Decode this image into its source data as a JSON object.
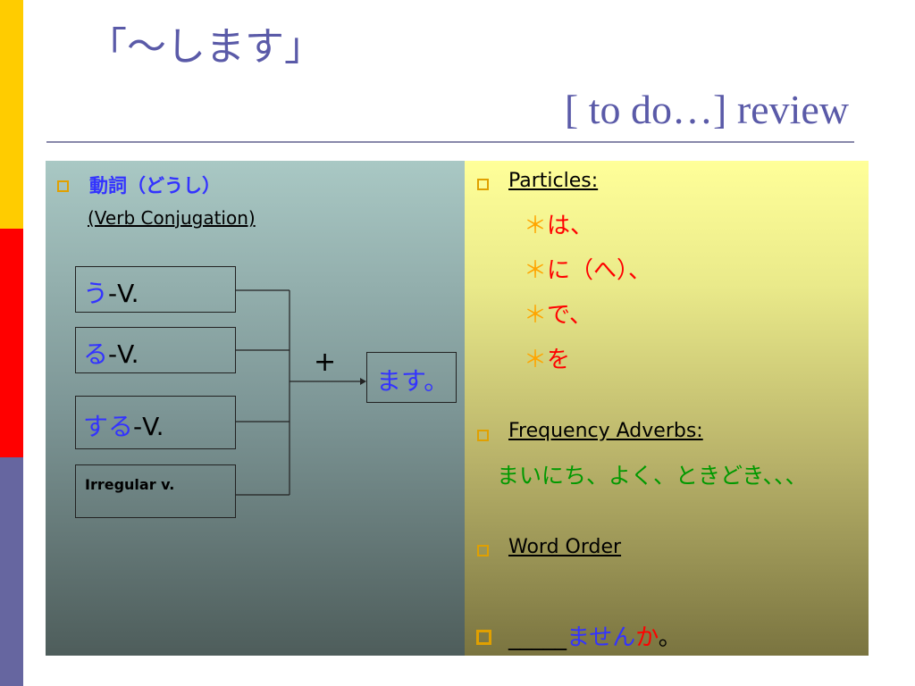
{
  "slide": {
    "title": "「～します」",
    "subtitle": "[ to do…] review"
  },
  "left": {
    "heading": "動詞（どうし）",
    "subheading": "(Verb Conjugation)",
    "verbs": [
      {
        "jp": "う",
        "suffix": "-V."
      },
      {
        "jp": "る",
        "suffix": "-V."
      },
      {
        "jp": "する",
        "suffix": "-V."
      }
    ],
    "irregular": "Irregular v.",
    "plus": "+",
    "result": "ます。"
  },
  "right": {
    "particles_label": "Particles:",
    "particles": [
      "は、",
      "に（へ）、",
      "で、",
      "を"
    ],
    "asterisk": "＊",
    "freq_label": "Frequency Adverbs:",
    "freq_values": "まいにち、よく、ときどき、、、",
    "order_label": "Word  Order",
    "blank": "_____",
    "masen": "ません",
    "ka": "か",
    "period": "。"
  },
  "colors": {
    "title": "#5a5aa8",
    "accent_blue": "#3333ff",
    "accent_red": "#ff0000",
    "accent_orange": "#ffa500",
    "accent_green": "#009900",
    "bullet": "#e0a000"
  }
}
